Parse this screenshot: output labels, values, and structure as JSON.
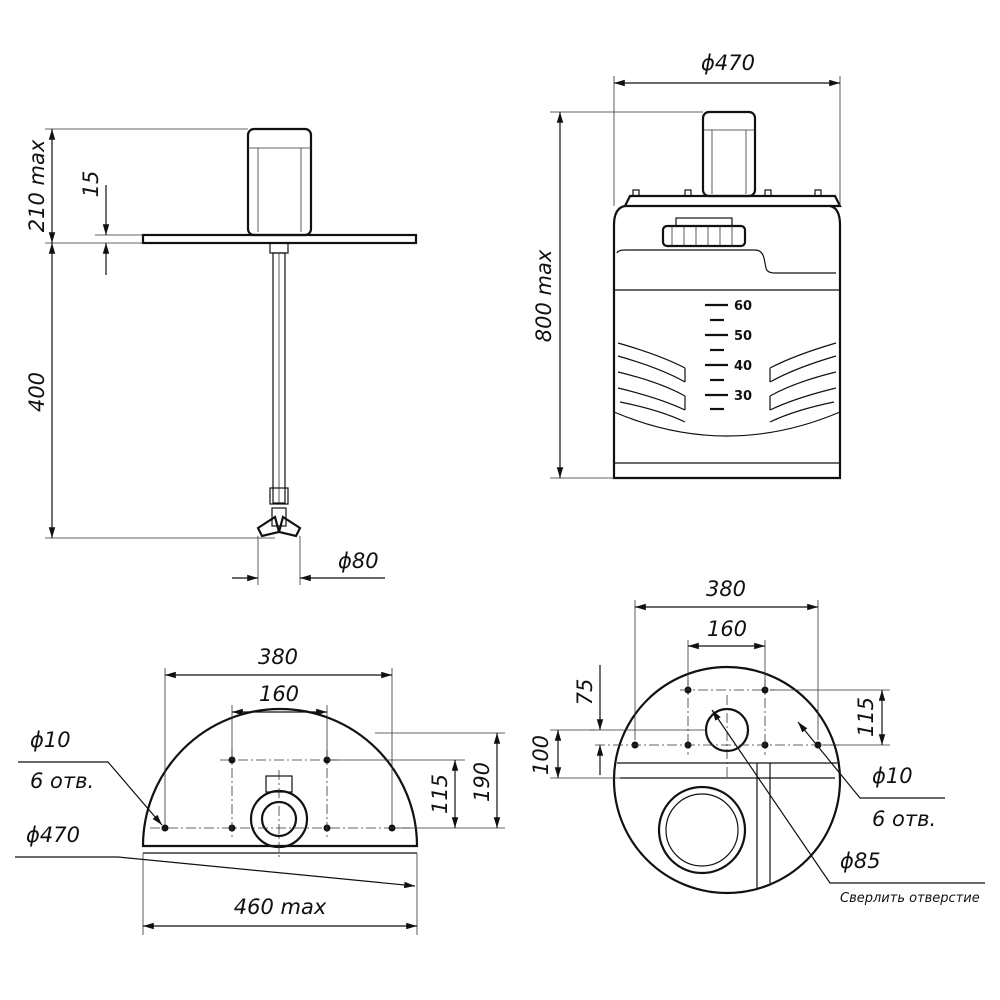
{
  "side_view": {
    "dim_210": "210 max",
    "dim_15": "15",
    "dim_400": "400",
    "dim_80": "ϕ80"
  },
  "front_view": {
    "dim_470": "ϕ470",
    "dim_800": "800 max",
    "scale_marks": [
      "60",
      "50",
      "40",
      "30"
    ]
  },
  "bottom_left_view": {
    "dim_380": "380",
    "dim_160": "160",
    "dim_115": "115",
    "dim_190": "190",
    "hole_dia": "ϕ10",
    "hole_count": "6 отв.",
    "dim_470": "ϕ470",
    "dim_460": "460 max"
  },
  "bottom_right_view": {
    "dim_380": "380",
    "dim_160": "160",
    "dim_75": "75",
    "dim_100": "100",
    "dim_115": "115",
    "hole_dia": "ϕ10",
    "hole_count": "6 отв.",
    "dim_85": "ϕ85",
    "drill_note": "Сверлить отверстие"
  }
}
